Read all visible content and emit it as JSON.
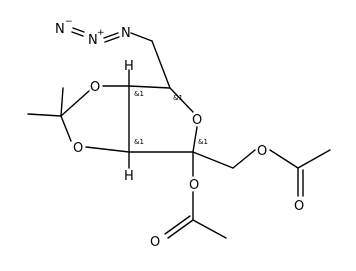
{
  "atoms": {
    "azide_n1": "N",
    "azide_n1_charge": "−",
    "azide_n2": "N",
    "azide_n2_charge": "+",
    "azide_n3": "N",
    "ring_o_upper": "O",
    "ring_o_lower": "O",
    "furan_o": "O",
    "h_top": "H",
    "h_bottom": "H",
    "ester_o_ch2": "O",
    "ester_o_ch2_carbonyl": "O",
    "ester_o_direct": "O",
    "ester_o_direct_carbonyl": "O"
  },
  "stereo_labels": {
    "s1": "&1",
    "s2": "&1",
    "s3": "&1",
    "s4": "&1"
  }
}
